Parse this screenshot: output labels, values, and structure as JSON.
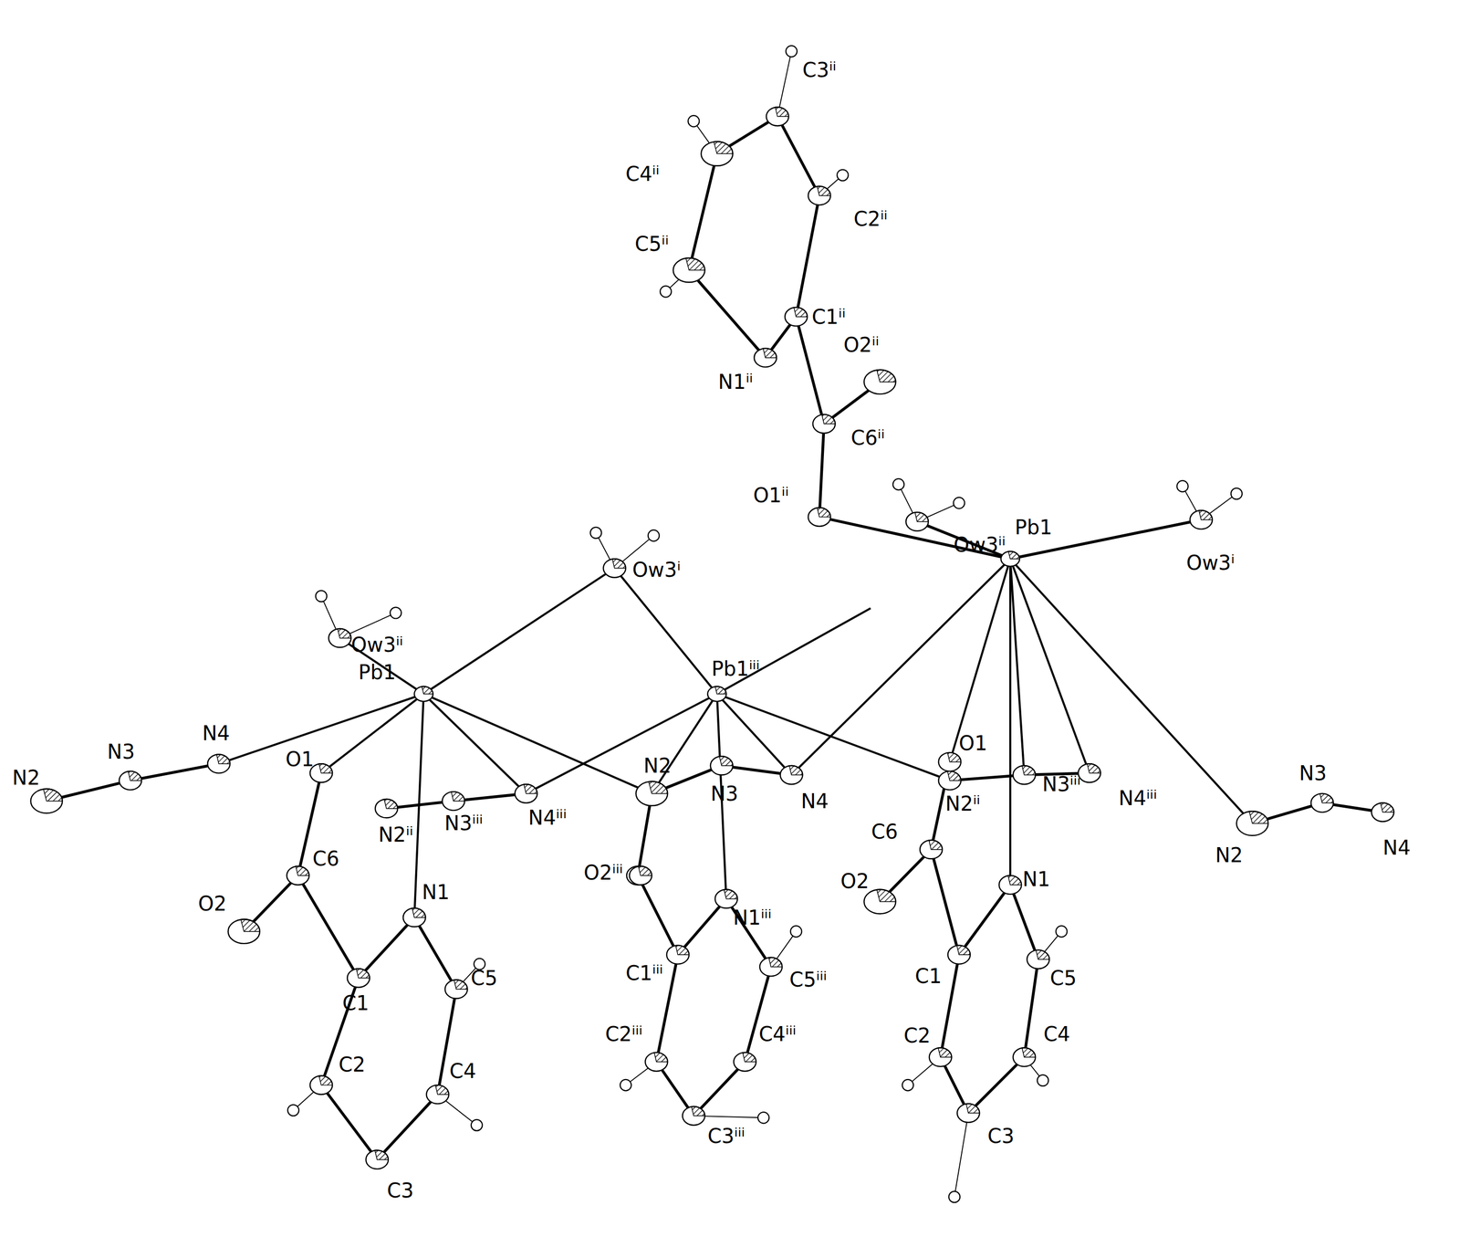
{
  "diagram": {
    "labels": [
      "C3ⁱⁱ",
      "C4ⁱⁱ",
      "C2ⁱⁱ",
      "C5ⁱⁱ",
      "C1ⁱⁱ",
      "O2ⁱⁱ",
      "N1ⁱⁱ",
      "C6ⁱⁱ",
      "O1ⁱⁱ",
      "Ow3ⁱⁱ",
      "Ow3ⁱ",
      "Ow3ⁱⁱ",
      "Ow3ⁱ",
      "Pb1",
      "Pb1ⁱⁱⁱ",
      "Pb1",
      "N2",
      "N3",
      "N4",
      "O1",
      "N2ⁱⁱ",
      "N3ⁱⁱⁱ",
      "N4ⁱⁱⁱ",
      "N2",
      "N3",
      "N4",
      "O1",
      "N3ⁱⁱⁱ",
      "N4ⁱⁱⁱ",
      "N2ⁱⁱ",
      "N3",
      "N2",
      "N4",
      "C6",
      "O2",
      "N1",
      "O2ⁱⁱⁱ",
      "N1ⁱⁱⁱ",
      "C6",
      "O2",
      "N1",
      "C1",
      "C5",
      "C1ⁱⁱⁱ",
      "C5ⁱⁱⁱ",
      "C1",
      "C5",
      "C2",
      "C4",
      "C2ⁱⁱⁱ",
      "C4ⁱⁱⁱ",
      "C2",
      "C4",
      "C3",
      "C3ⁱⁱⁱ",
      "C3"
    ]
  }
}
